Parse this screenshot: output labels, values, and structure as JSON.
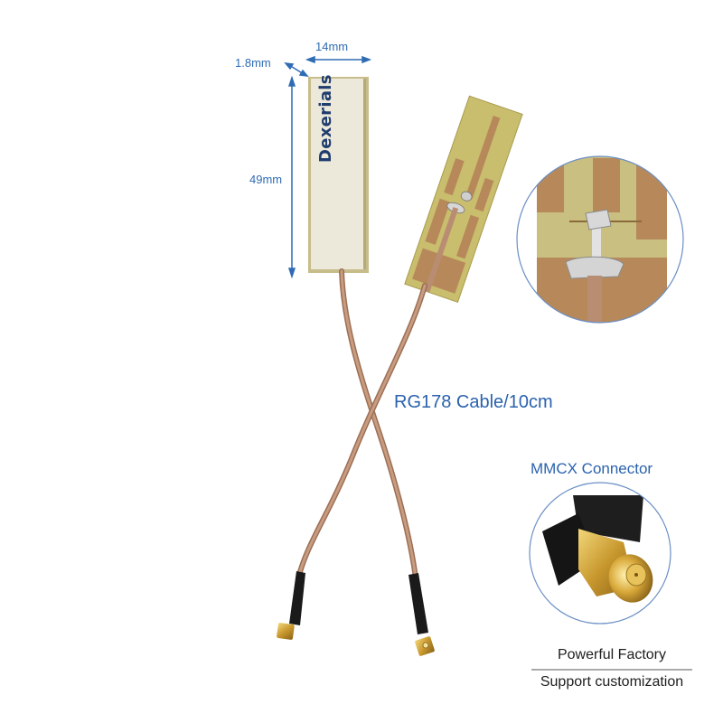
{
  "dimensions": {
    "width_label": "14mm",
    "thickness_label": "1.8mm",
    "height_label": "49mm"
  },
  "antenna_front": {
    "brand_text": "Dexerials"
  },
  "callouts": {
    "cable": "RG178 Cable/10cm",
    "connector": "MMCX Connector"
  },
  "footer": {
    "line1": "Powerful Factory",
    "line2": "Support customization"
  },
  "colors": {
    "annotation_blue": "#2a62ad",
    "cable_brown": "#b88a6e",
    "pcb_yellow": "#c9b86a",
    "copper": "#b88a4e",
    "label_white": "#ece9dc"
  }
}
